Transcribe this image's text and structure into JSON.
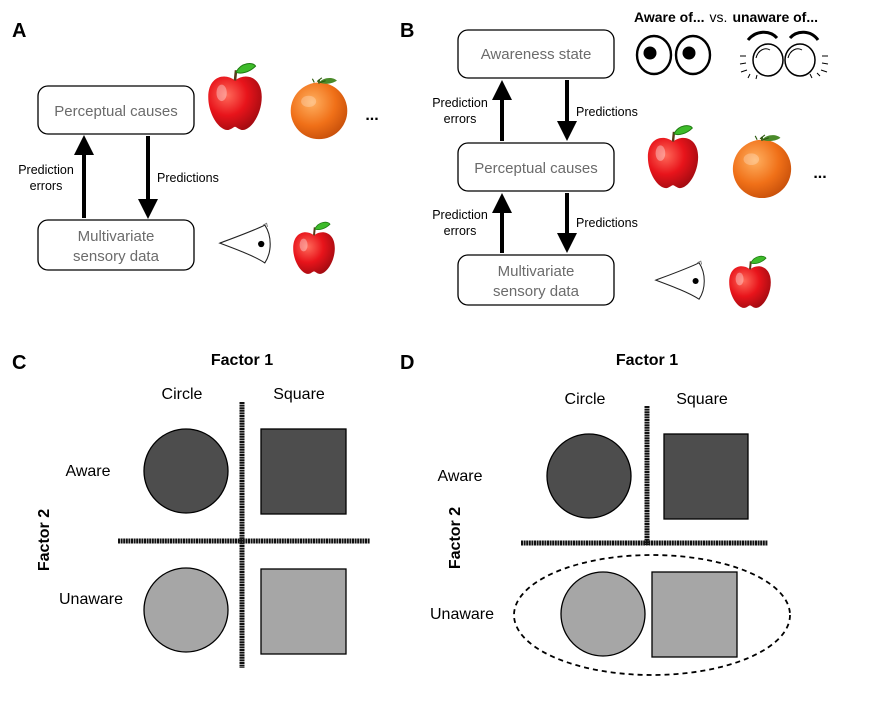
{
  "panels": {
    "a": {
      "letter": "A"
    },
    "b": {
      "letter": "B"
    },
    "c": {
      "letter": "C"
    },
    "d": {
      "letter": "D"
    }
  },
  "diagram": {
    "awareness_state": "Awareness state",
    "perceptual_causes": "Perceptual causes",
    "sensory_line1": "Multivariate",
    "sensory_line2": "sensory data",
    "prediction_errors_line1": "Prediction",
    "prediction_errors_line2": "errors",
    "predictions": "Predictions",
    "ellipsis": "...",
    "aware_of": "Aware of...",
    "vs": "vs.",
    "unaware_of": "unaware of..."
  },
  "factorial": {
    "factor1": "Factor 1",
    "factor2": "Factor 2",
    "circle": "Circle",
    "square": "Square",
    "aware": "Aware",
    "unaware": "Unaware"
  },
  "colors": {
    "aware_fill": "#4d4d4d",
    "unaware_fill": "#a6a6a6",
    "apple_red": "#e8141b",
    "leaf_green": "#3dbb2a",
    "orange": "#f07018"
  }
}
